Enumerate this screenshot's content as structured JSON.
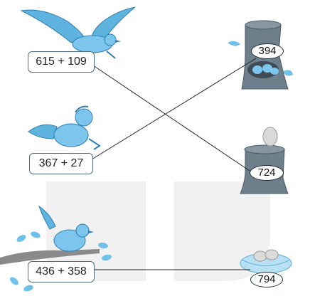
{
  "expressions": [
    "615 + 109",
    "367 + 27",
    "436 + 358"
  ],
  "answers": [
    "394",
    "724",
    "794"
  ],
  "colors": {
    "bird_blue": "#5fb3df",
    "bird_dark": "#2f7fb2",
    "stump_gray": "#6e7f8c",
    "stump_dark": "#4b5965",
    "egg_blue": "#7cc6ee",
    "leaf_blue": "#6fc1ea",
    "watermark_gray": "#f1f1f1"
  },
  "icons": [
    "flying-bird-icon",
    "jumping-bird-icon",
    "perched-bird-icon",
    "tree-stump-with-eggs-icon",
    "tree-stump-with-egg-icon",
    "nest-with-eggs-icon",
    "branch-icon"
  ]
}
